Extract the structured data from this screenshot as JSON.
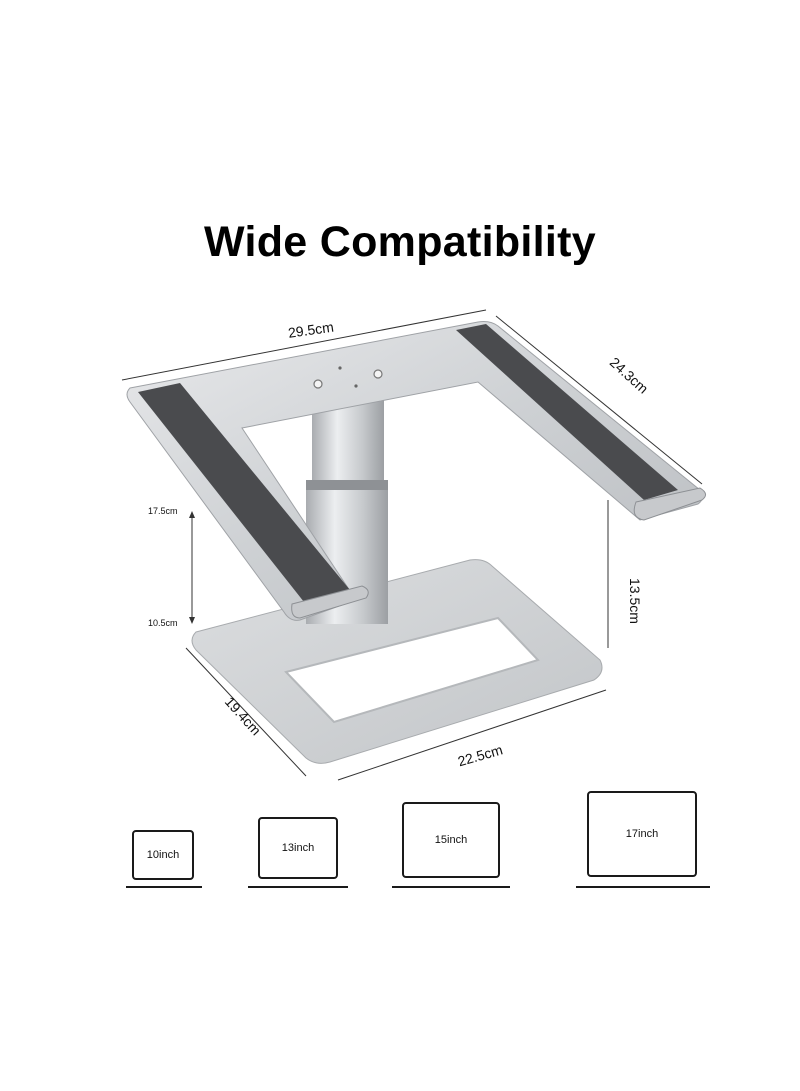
{
  "title": "Wide Compatibility",
  "dimensions": {
    "top_width": "29.5cm",
    "depth": "24.3cm",
    "max_height_label": "17.5cm",
    "min_height_label": "10.5cm",
    "base_height": "13.5cm",
    "base_depth": "19.4cm",
    "base_width": "22.5cm"
  },
  "laptops": [
    {
      "label": "10inch"
    },
    {
      "label": "13inch"
    },
    {
      "label": "15inch"
    },
    {
      "label": "17inch"
    }
  ],
  "colors": {
    "aluminum": "#cfd1d4",
    "pad": "#4a4b4e",
    "outline": "#1a1a1a"
  }
}
